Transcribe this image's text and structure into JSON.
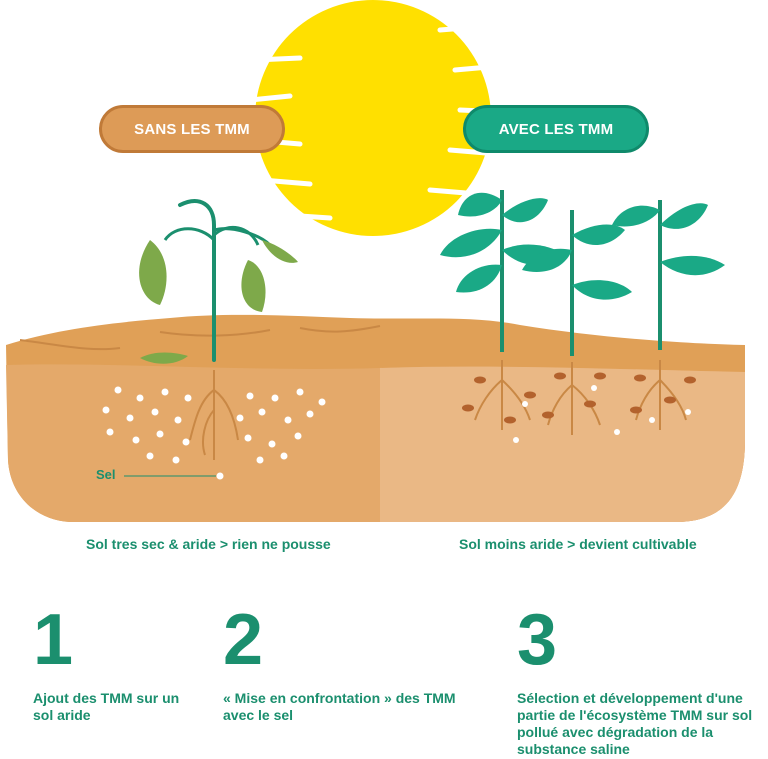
{
  "labels": {
    "without": "SANS LES TMM",
    "with": "AVEC LES TMM",
    "salt": "Sel"
  },
  "captions": {
    "left": "Sol tres sec & aride > rien ne pousse",
    "right": "Sol moins aride > devient cultivable"
  },
  "steps": [
    {
      "number": "1",
      "text": "Ajout des TMM sur un sol aride"
    },
    {
      "number": "2",
      "text": "« Mise en confrontation » des TMM avec le sel"
    },
    {
      "number": "3",
      "text": "Sélection et développement d'une partie de l'écosystème TMM sur sol pollué avec dégradation de la substance saline"
    }
  ],
  "colors": {
    "sun": "#ffe000",
    "soil_top": "#e0a057",
    "soil_deep": "#eab885",
    "soil_mid": "#e4a96a",
    "leaf_dry": "#7ea94a",
    "leaf_healthy": "#1aa986",
    "stem": "#1b8f6e",
    "brand_green": "#1b8f6e",
    "brand_orange": "#dd9b57"
  }
}
